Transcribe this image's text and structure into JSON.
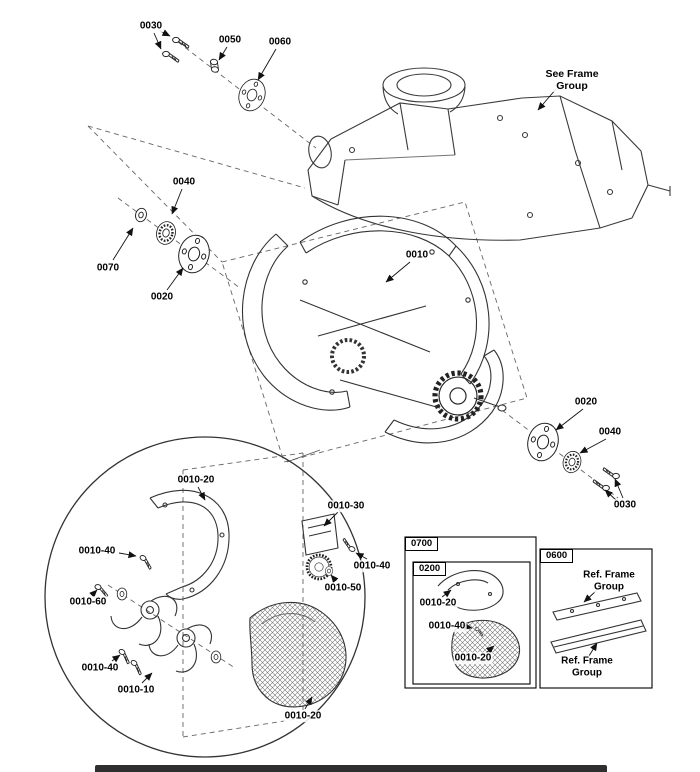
{
  "page": {
    "background": "#ffffff",
    "line_color": "#2e2e2e"
  },
  "callouts": {
    "bolts_top": "0030",
    "spacer": "0050",
    "flange_front": "0060",
    "see_frame_group": "See Frame\nGroup",
    "bearing_left": "0040",
    "washer_left": "0070",
    "flange_left": "0020",
    "auger_assembly": "0010",
    "flange_right": "0020",
    "bearing_right": "0040",
    "bolts_right": "0030",
    "detail_blade_top": "0010-20",
    "detail_bolt_left": "0010-40",
    "detail_bracket": "0010-30",
    "detail_bolt_right": "0010-40",
    "detail_nut": "0010-50",
    "detail_screw": "0010-60",
    "detail_bolt_bottom": "0010-40",
    "detail_paddle": "0010-10",
    "detail_blade_bottom": "0010-20",
    "box_0700": "0700",
    "box_0200": "0200",
    "inset_blade_a": "0010-20",
    "inset_bolt": "0010-40",
    "inset_blade_b": "0010-20",
    "box_0600": "0600",
    "ref_frame_top": "Ref. Frame\nGroup",
    "ref_frame_bottom": "Ref. Frame\nGroup"
  }
}
